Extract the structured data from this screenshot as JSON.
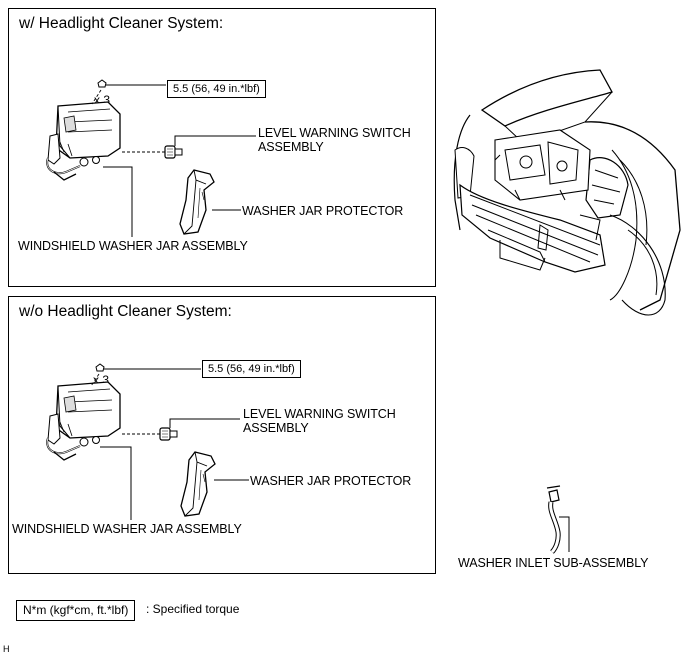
{
  "top_panel": {
    "title": "w/ Headlight Cleaner System:",
    "torque": "5.5 (56, 49 in.*lbf)",
    "qty": "x 3",
    "switch_label_1": "LEVEL WARNING SWITCH",
    "switch_label_2": "ASSEMBLY",
    "protector_label": "WASHER JAR PROTECTOR",
    "jar_label": "WINDSHIELD WASHER JAR ASSEMBLY"
  },
  "bottom_panel": {
    "title": "w/o Headlight Cleaner System:",
    "torque": "5.5 (56, 49 in.*lbf)",
    "qty": "x 3",
    "switch_label_1": "LEVEL WARNING SWITCH",
    "switch_label_2": "ASSEMBLY",
    "protector_label": "WASHER JAR PROTECTOR",
    "jar_label": "WINDSHIELD WASHER JAR ASSEMBLY"
  },
  "inlet_label": "WASHER INLET SUB-ASSEMBLY",
  "legend": {
    "unit": "N*m (kgf*cm, ft.*lbf)",
    "description": ": Specified torque"
  },
  "figure_code": "H"
}
